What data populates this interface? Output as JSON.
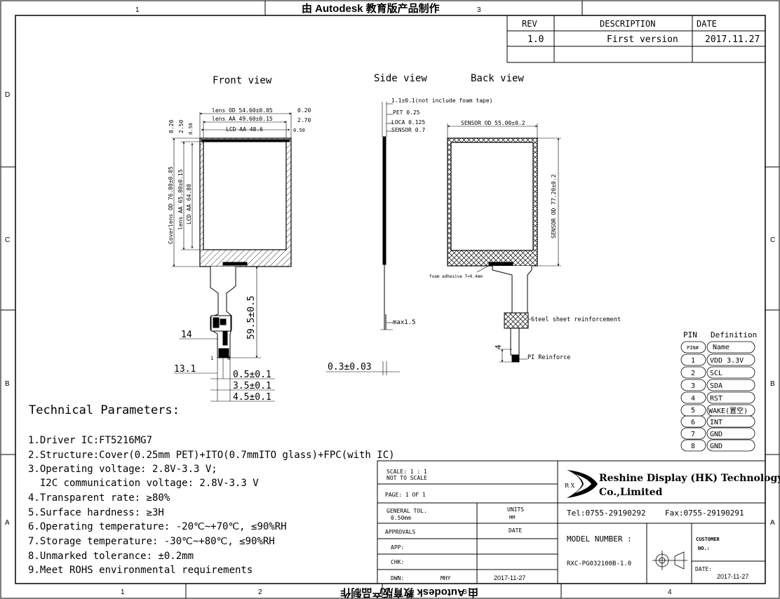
{
  "watermark": {
    "top": "由 Autodesk 教育版产品制作",
    "bottom": "由 Autodesk 教育版产品制作"
  },
  "border": {
    "cols_top": [
      "1",
      "3"
    ],
    "cols_bottom": [
      "1",
      "2",
      "3",
      "4"
    ],
    "rows_left": [
      "D",
      "C",
      "B",
      "A"
    ],
    "rows_right": [
      "C",
      "B",
      "A"
    ]
  },
  "revision": {
    "headers": [
      "REV",
      "DESCRIPTION",
      "DATE"
    ],
    "row": [
      "1.0",
      "First version",
      "2017.11.27"
    ]
  },
  "views": {
    "front": "Front view",
    "side": "Side view",
    "back": "Back view"
  },
  "front_dims": {
    "lens_od": "lens OD 54.60±0.05",
    "lens_aa": "lens AA 49.60±0.15",
    "lcd_aa": "LCD AA 48.6",
    "d020": "0.20",
    "d270": "2.70",
    "d050": "0.50",
    "v020": "0.20",
    "v250": "2.50",
    "v050": "0.50",
    "coverlens_od": "Coverlens OD 76.80±0.05",
    "lens_aa_v": "lens AA 65.80±0.15",
    "lcd_aa_v": "LCD AA 64.80",
    "fpc_len": "59.5±0.5",
    "d14": "14",
    "d131": "13.1",
    "pin1": "1",
    "pin8": "8",
    "d05": "0.5±0.1",
    "d35": "3.5±0.1",
    "d45": "4.5±0.1"
  },
  "side_dims": {
    "total": "1.1±0.1(not include foam tape)",
    "pet": "PET 0.25",
    "loca": "LOCA 0.125",
    "sensor": "SENSOR 0.7",
    "max": "max1.5",
    "fpc_t": "0.3±0.03"
  },
  "back_dims": {
    "sensor_od": "SENSOR OD 55.00±0.2",
    "sensor_od_v": "SENSOR OD 77.20±0.2",
    "foam": "foam adhesive T=0.4mm",
    "steel": "Steel sheet reinforcement",
    "d4": "4",
    "pi": "PI Reinforce"
  },
  "pin_table": {
    "title_pin": "PIN",
    "title_def": "Definition",
    "head_pin": "PIN#",
    "head_name": "Name",
    "rows": [
      {
        "pin": "1",
        "name": "VDD 3.3V"
      },
      {
        "pin": "2",
        "name": "SCL"
      },
      {
        "pin": "3",
        "name": "SDA"
      },
      {
        "pin": "4",
        "name": "RST"
      },
      {
        "pin": "5",
        "name": "WAKE(置空)"
      },
      {
        "pin": "6",
        "name": "INT"
      },
      {
        "pin": "7",
        "name": "GND"
      },
      {
        "pin": "8",
        "name": "GND"
      }
    ]
  },
  "tech": {
    "title": "Technical Parameters:",
    "lines": [
      "1.Driver IC:FT5216MG7",
      "2.Structure:Cover(0.25mm PET)+ITO(0.7mmITO glass)+FPC(with IC)",
      "3.Operating voltage: 2.8V-3.3 V;",
      "  I2C communication voltage: 2.8V-3.3 V",
      "4.Transparent rate: ≥80%",
      "5.Surface hardness: ≥3H",
      "6.Operating temperature: -20℃~+70℃, ≤90%RH",
      "7.Storage temperature: -30℃~+80℃, ≤90%RH",
      "8.Unmarked tolerance: ±0.2mm",
      "9.Meet ROHS environmental requirements"
    ]
  },
  "title_block": {
    "scale": "SCALE: 1 : 1",
    "not_to_scale": "NOT TO SCALE",
    "page": "PAGE: 1 OF 1",
    "general_tol": "GENERAL TOL.",
    "tol_val": "0.50mm",
    "units": "UNITS",
    "units_val": "MM",
    "approvals": "APPROVALS",
    "date_label": "DATE",
    "app": "APP:",
    "chk": "CHK:",
    "dwn": "DWN:",
    "dwn_name": "MHY",
    "dwn_date": "2017-11-27",
    "company1": "Reshine Display (HK) Technology",
    "company2": "Co.,Limited",
    "logo": "R X",
    "tel": "Tel:0755-29190292",
    "fax": "Fax:0755-29190291",
    "model_label": "MODEL NUMBER :",
    "model_val": "RXC-PG032100B-1.0",
    "customer": "CUSTOMER",
    "no": "NO.:",
    "date2_label": "DATE:",
    "date2": "2017-11-27"
  }
}
